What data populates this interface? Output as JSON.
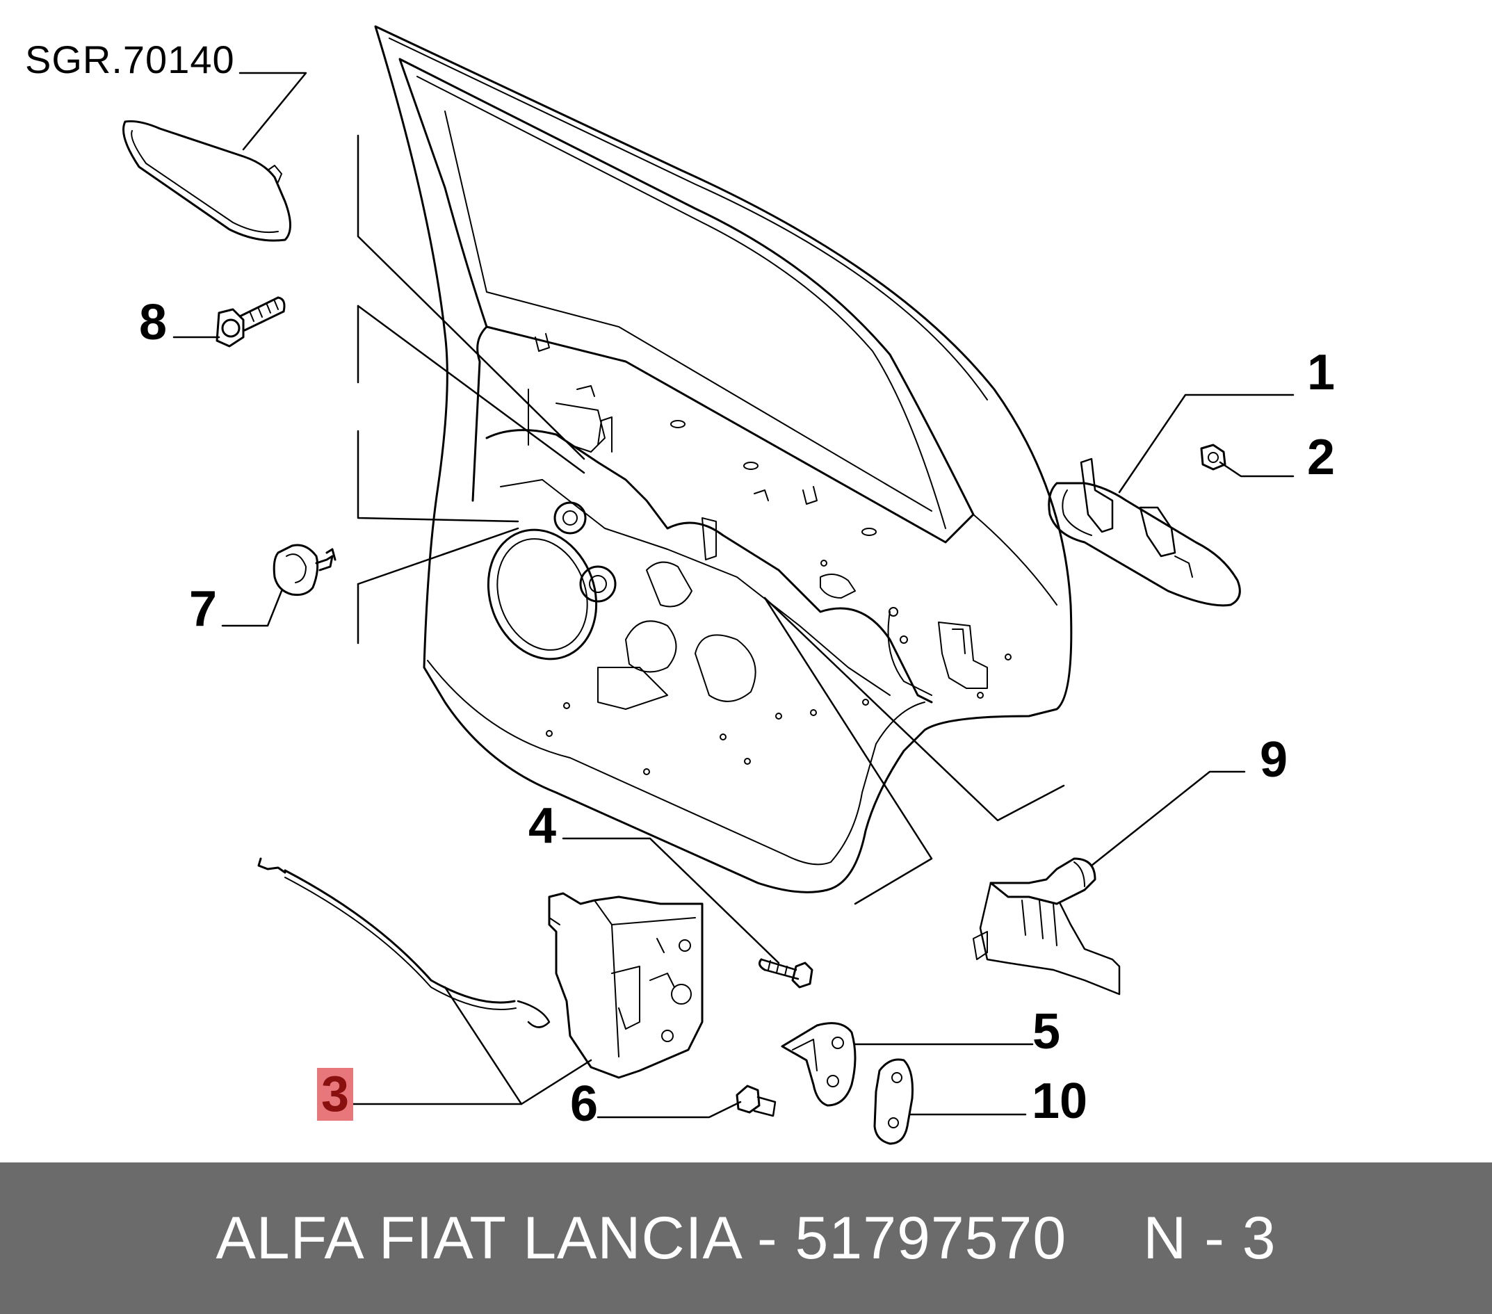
{
  "diagram": {
    "callouts": {
      "ref": "SGR.70140",
      "c1": "1",
      "c2": "2",
      "c3": "3",
      "c4": "4",
      "c5": "5",
      "c6": "6",
      "c7": "7",
      "c8": "8",
      "c9": "9",
      "c10": "10"
    },
    "highlight_color": "#e8777c"
  },
  "footer": {
    "part_text": "ALFA FIAT LANCIA - 51797570",
    "page_text": "N - 3",
    "background": "#6b6b6b"
  }
}
